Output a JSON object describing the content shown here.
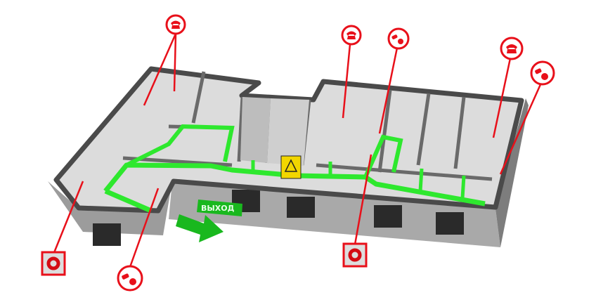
{
  "diagram": {
    "exit_sign": {
      "label": "ВЫХОД",
      "color": "#19b81e"
    },
    "colors": {
      "marker": "#e8101a",
      "route": "#2ee82e",
      "floor": "#dcdcdc",
      "wall_top": "#4a4a4a",
      "facade": "#a9a9a9",
      "hazard": "#f2d600"
    },
    "markers": [
      {
        "type": "phone",
        "icon": "phone-icon"
      },
      {
        "type": "phone",
        "icon": "phone-icon"
      },
      {
        "type": "extinguisher",
        "icon": "fire-extinguisher-icon"
      },
      {
        "type": "phone",
        "icon": "phone-icon"
      },
      {
        "type": "extinguisher",
        "icon": "fire-extinguisher-icon"
      },
      {
        "type": "alarm",
        "icon": "fire-alarm-button-icon"
      },
      {
        "type": "alarm",
        "icon": "fire-alarm-button-icon"
      },
      {
        "type": "extinguisher",
        "icon": "fire-extinguisher-icon"
      }
    ]
  }
}
